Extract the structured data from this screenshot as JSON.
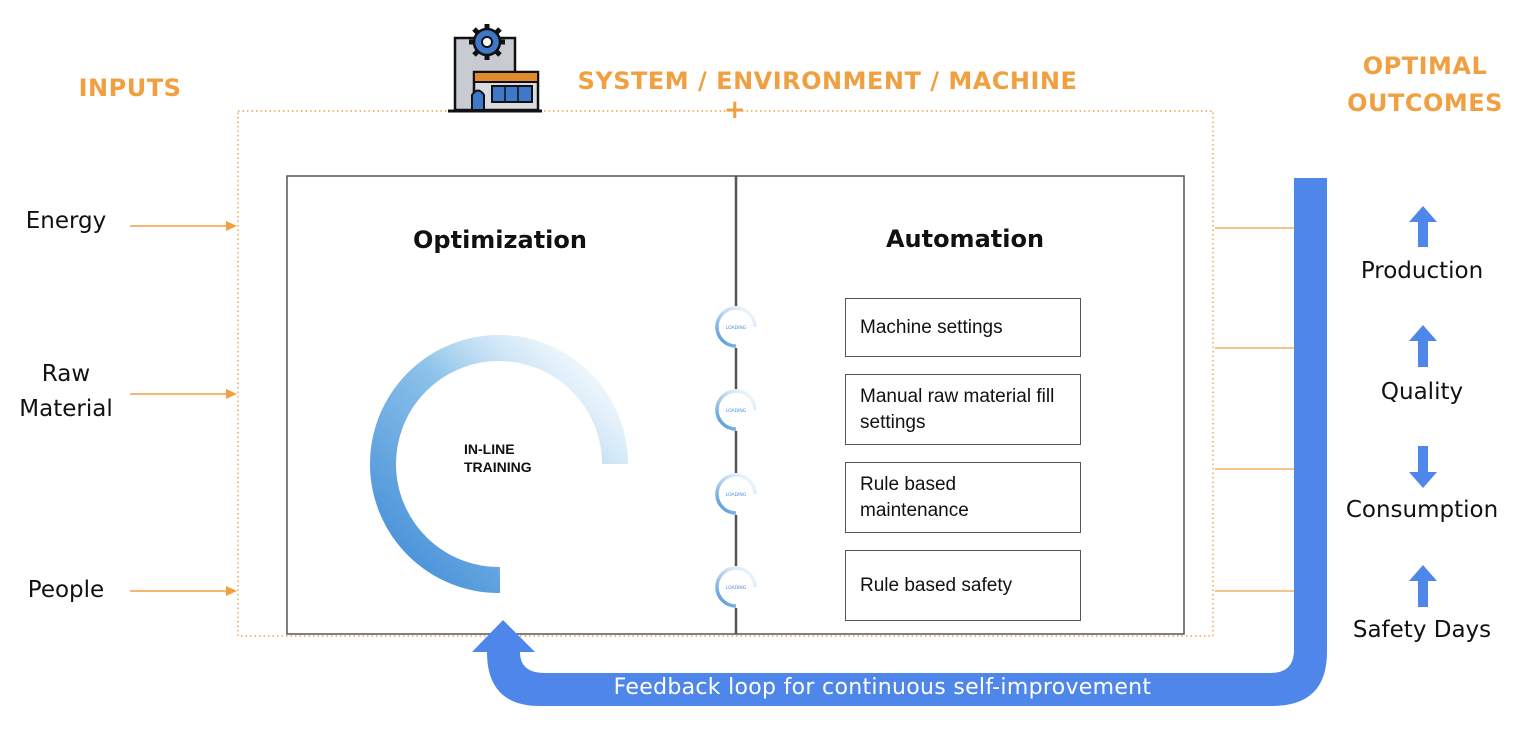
{
  "headings": {
    "inputs": "INPUTS",
    "system": "SYSTEM / ENVIRONMENT / MACHINE",
    "plus": "+",
    "outcomes_line1": "OPTIMAL",
    "outcomes_line2": "OUTCOMES"
  },
  "inputs": [
    {
      "label": "Energy"
    },
    {
      "label": "Raw\nMaterial"
    },
    {
      "label": "People"
    }
  ],
  "panels": {
    "optimization": {
      "title": "Optimization",
      "ring_label": "IN-LINE\nTRAINING"
    },
    "automation": {
      "title": "Automation",
      "items": [
        {
          "label": "Machine settings",
          "spinner_text": "LOADING"
        },
        {
          "label": "Manual raw material fill settings",
          "spinner_text": "LOADING"
        },
        {
          "label": "Rule based maintenance",
          "spinner_text": "LOADING"
        },
        {
          "label": "Rule based safety",
          "spinner_text": "LOADING"
        }
      ]
    }
  },
  "outcomes": [
    {
      "label": "Production",
      "direction": "up"
    },
    {
      "label": "Quality",
      "direction": "up"
    },
    {
      "label": "Consumption",
      "direction": "down"
    },
    {
      "label": "Safety Days",
      "direction": "up"
    }
  ],
  "feedback": {
    "label": "Feedback loop for continuous self-improvement"
  },
  "icons": {
    "factory": "factory-gear-icon"
  },
  "colors": {
    "accent_orange": "#f0a040",
    "feedback_blue": "#4f86ea",
    "arrow_blue": "#4f86ea",
    "ring_blue": "#4a90d9"
  }
}
